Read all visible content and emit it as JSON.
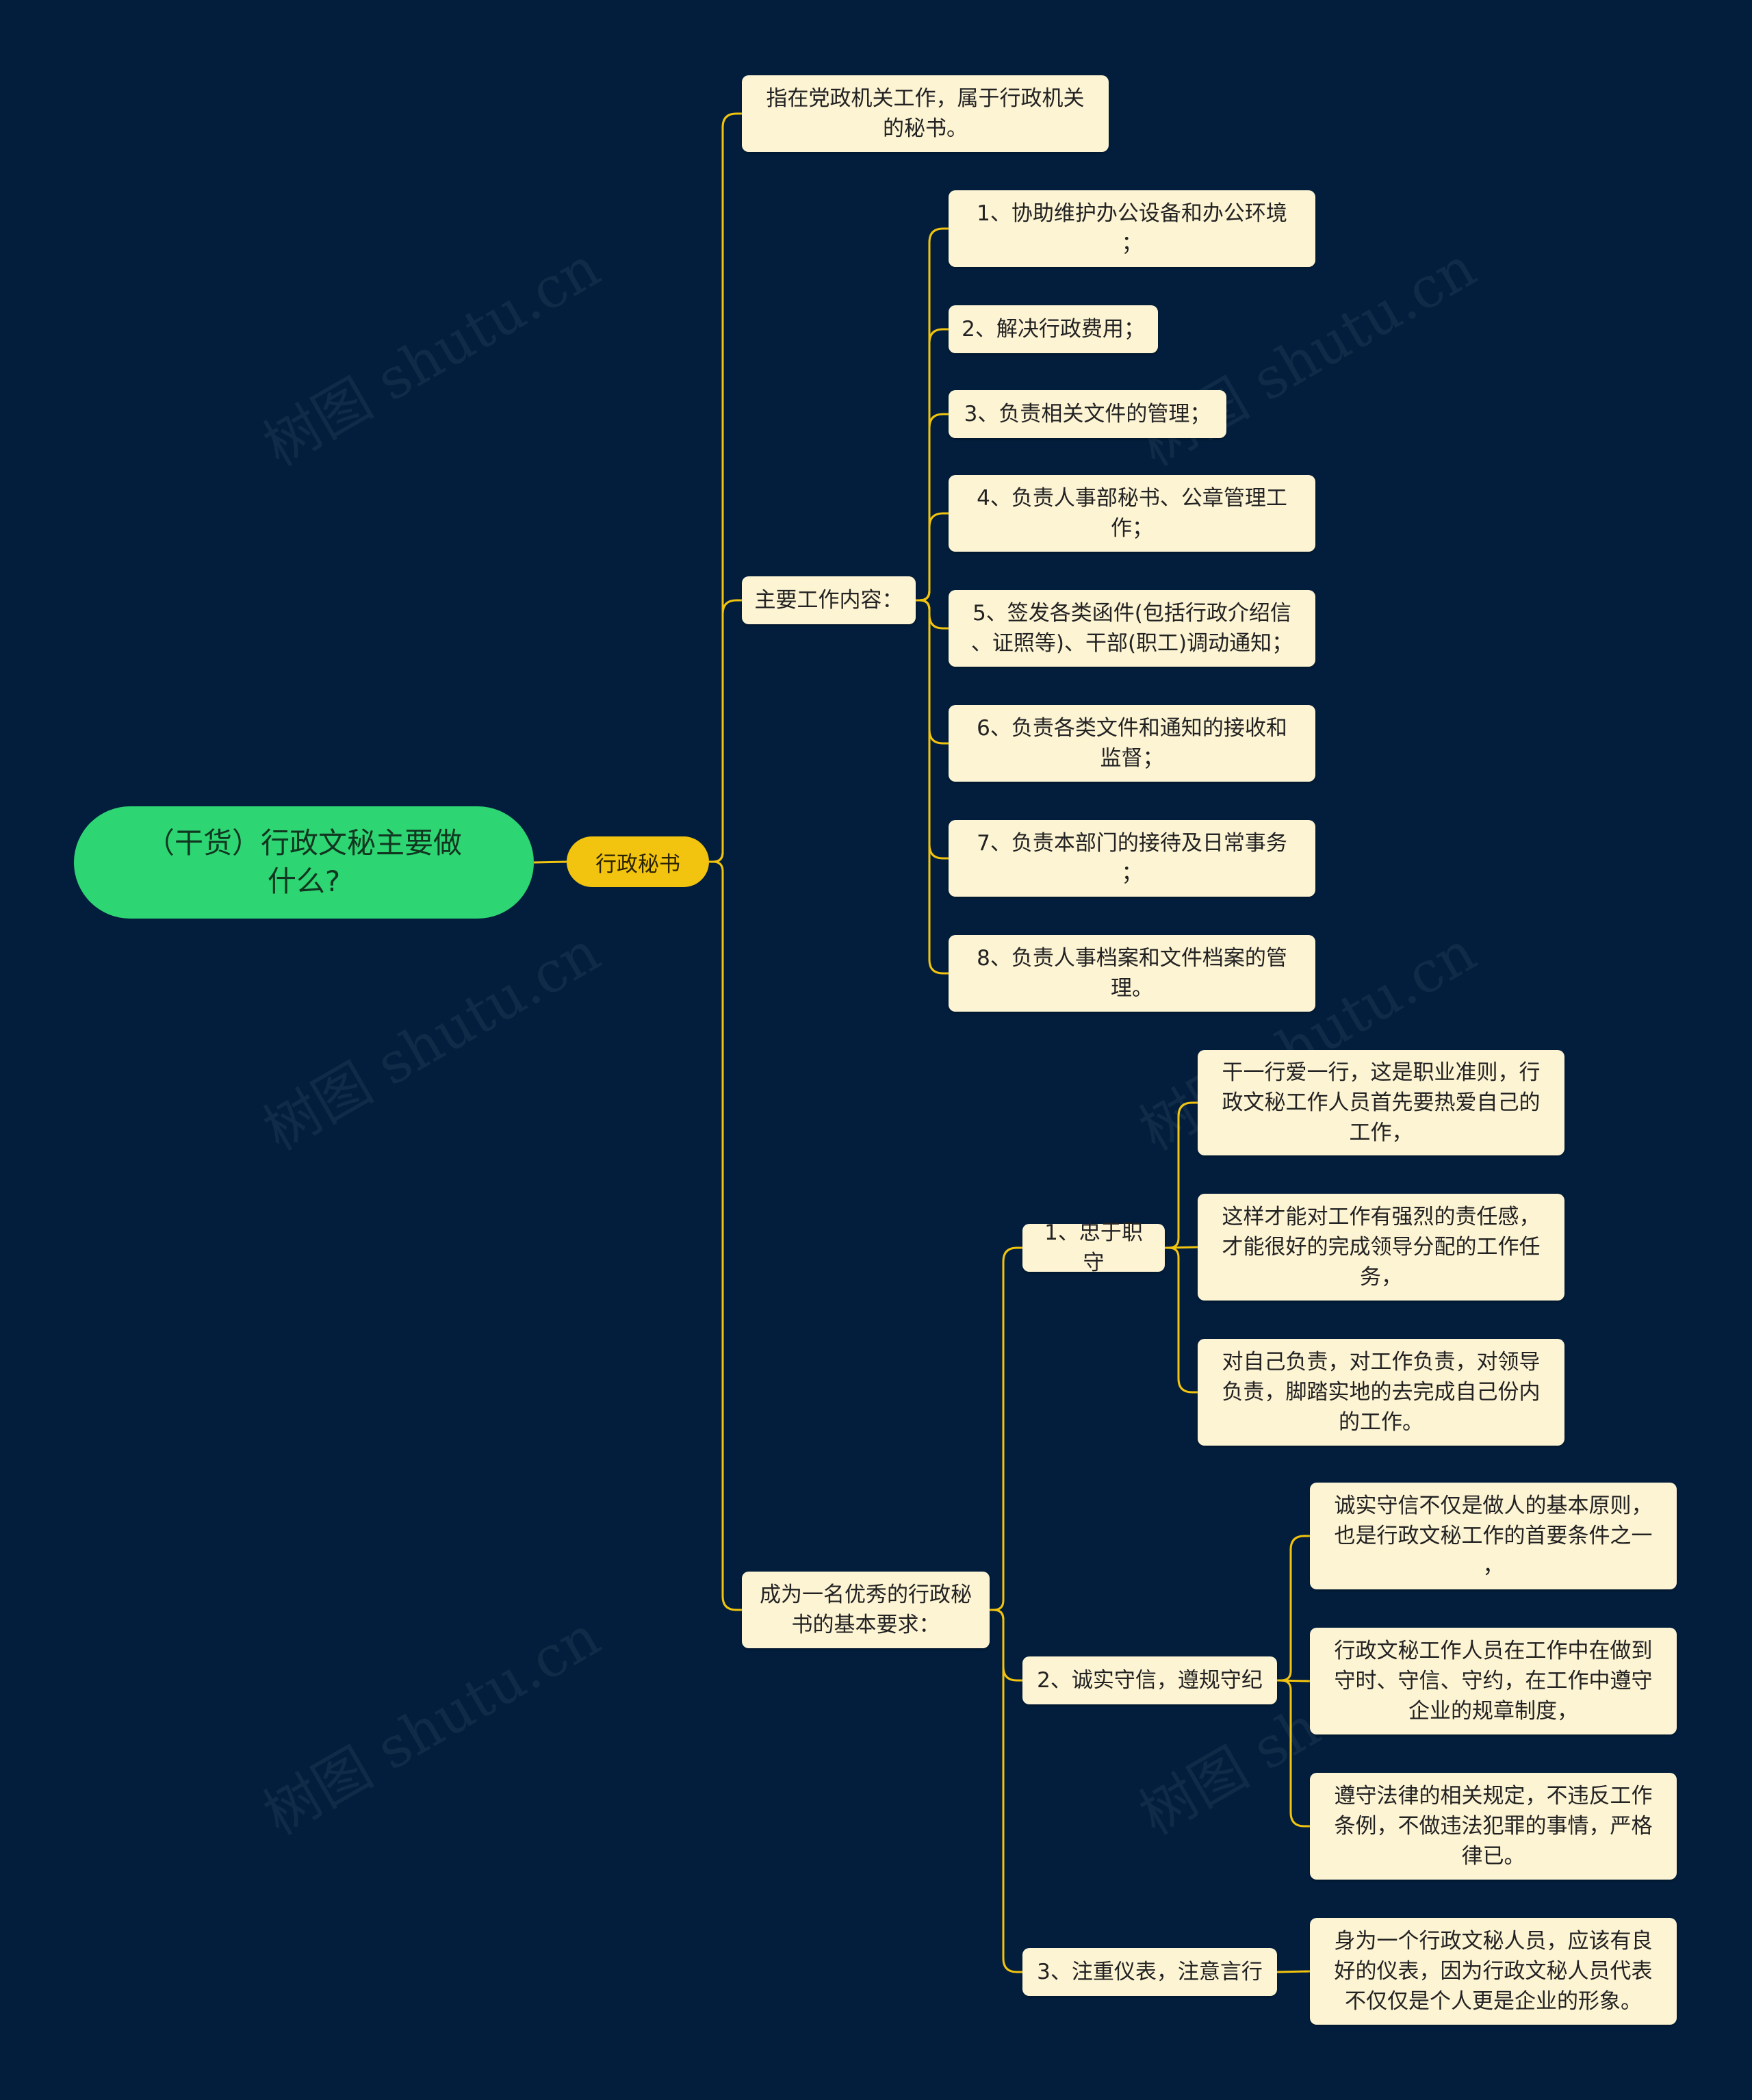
{
  "watermark": "树图 shutu.cn",
  "colors": {
    "background": "#021e3c",
    "root": "#2ed573",
    "hub": "#f2c40f",
    "node": "#fdf4d4",
    "line": "#f2c40f"
  },
  "root": "（干货）行政文秘主要做\n什么?",
  "hub": "行政秘书",
  "branch1": {
    "label": "指在党政机关工作，属于行政机关\n的秘书。"
  },
  "branch2": {
    "label": "主要工作内容：",
    "items": [
      "1、协助维护办公设备和办公环境\n；",
      "2、解决行政费用；",
      "3、负责相关文件的管理；",
      "4、负责人事部秘书、公章管理工\n作；",
      "5、签发各类函件(包括行政介绍信\n、证照等)、干部(职工)调动通知；",
      "6、负责各类文件和通知的接收和\n监督；",
      "7、负责本部门的接待及日常事务\n；",
      "8、负责人事档案和文件档案的管\n理。"
    ]
  },
  "branch3": {
    "label": "成为一名优秀的行政秘\n书的基本要求：",
    "req1": {
      "label": "1、忠于职守",
      "items": [
        "干一行爱一行，这是职业准则，行\n政文秘工作人员首先要热爱自己的\n工作，",
        "这样才能对工作有强烈的责任感，\n才能很好的完成领导分配的工作任\n务，",
        "对自己负责，对工作负责，对领导\n负责，脚踏实地的去完成自己份内\n的工作。"
      ]
    },
    "req2": {
      "label": "2、诚实守信，遵规守纪",
      "items": [
        "诚实守信不仅是做人的基本原则，\n也是行政文秘工作的首要条件之一\n，",
        "行政文秘工作人员在工作中在做到\n守时、守信、守约，在工作中遵守\n企业的规章制度，",
        "遵守法律的相关规定，不违反工作\n条例，不做违法犯罪的事情，严格\n律已。"
      ]
    },
    "req3": {
      "label": "3、注重仪表，注意言行",
      "items": [
        "身为一个行政文秘人员，应该有良\n好的仪表，因为行政文秘人员代表\n不仅仅是个人更是企业的形象。"
      ]
    }
  }
}
